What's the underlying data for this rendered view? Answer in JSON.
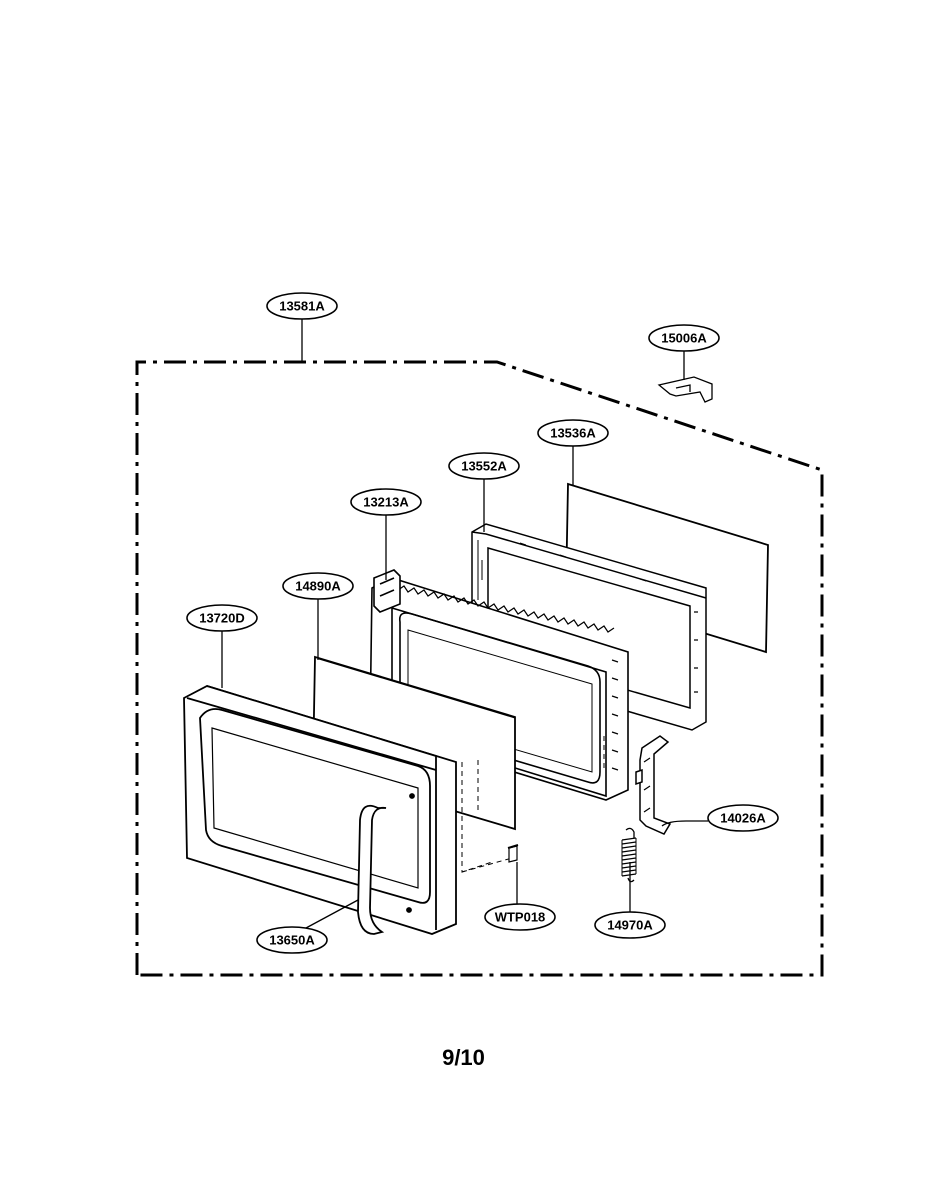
{
  "diagram": {
    "part_labels": {
      "p13581A": "13581A",
      "p15006A": "15006A",
      "p13536A": "13536A",
      "p13552A": "13552A",
      "p13213A": "13213A",
      "p14890A": "14890A",
      "p13720D": "13720D",
      "p14026A": "14026A",
      "p14970A": "14970A",
      "pWTP018": "WTP018",
      "p13650A": "13650A"
    },
    "page_number": "9/10"
  },
  "colors": {
    "line": "#000000",
    "background": "#ffffff"
  }
}
